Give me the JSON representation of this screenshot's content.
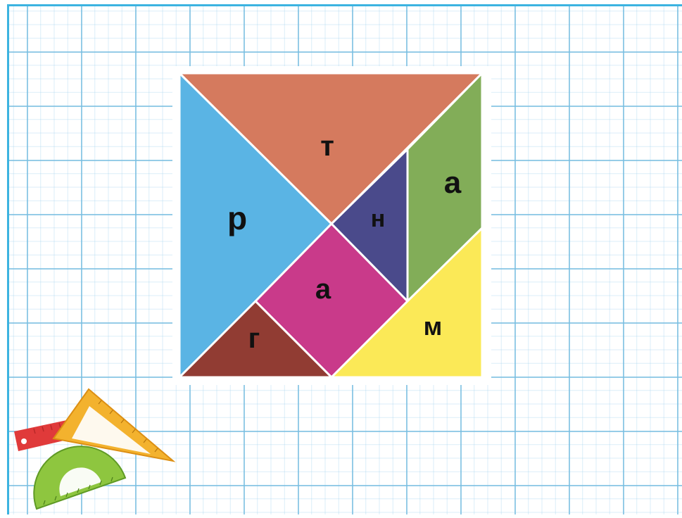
{
  "puzzle": {
    "pieces": [
      {
        "id": "top",
        "label": "т",
        "color": "#d57a5e"
      },
      {
        "id": "left",
        "label": "р",
        "color": "#5ab4e4"
      },
      {
        "id": "right-green",
        "label": "а",
        "color": "#82ad58"
      },
      {
        "id": "small-purple",
        "label": "н",
        "color": "#4a4a8b"
      },
      {
        "id": "square",
        "label": "а",
        "color": "#c93a8a"
      },
      {
        "id": "bottom-small",
        "label": "г",
        "color": "#913c33"
      },
      {
        "id": "bottom-right",
        "label": "м",
        "color": "#fbe957"
      }
    ]
  },
  "decoration": {
    "icons": [
      "ruler-icon",
      "set-square-icon",
      "protractor-icon"
    ]
  }
}
